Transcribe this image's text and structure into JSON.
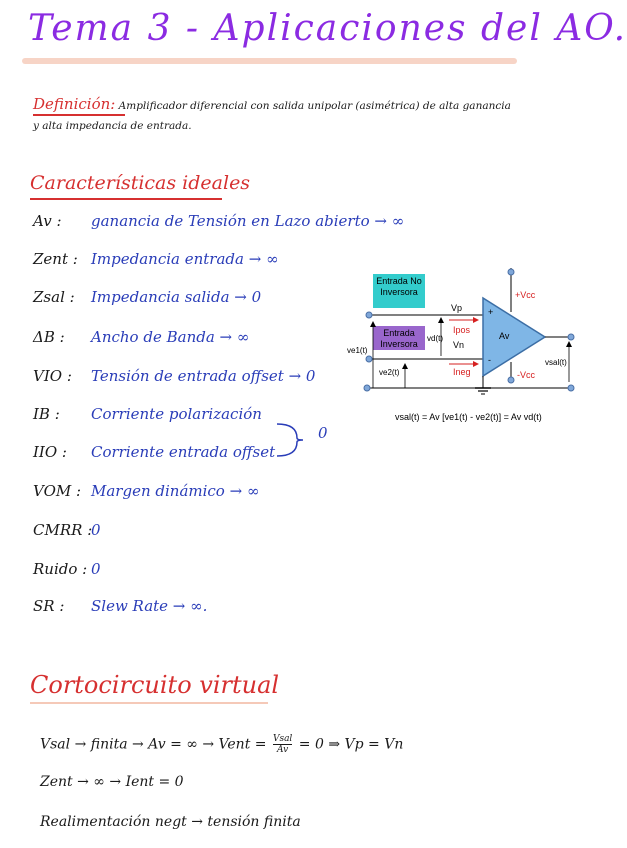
{
  "title": "Tema 3 - Aplicaciones del AO.",
  "definition": {
    "label": "Definición:",
    "line1": "Amplificador diferencial con salida unipolar (asimétrica) de alta ganancia",
    "line2": "y alta impedancia de entrada."
  },
  "characteristics": {
    "heading": "Características ideales",
    "items": [
      {
        "key": "Av :",
        "value": "ganancia de Tensión en Lazo abierto → ∞"
      },
      {
        "key": "Zent :",
        "value": "Impedancia entrada → ∞"
      },
      {
        "key": "Zsal :",
        "value": "Impedancia salida → 0"
      },
      {
        "key": "ΔB :",
        "value": "Ancho de Banda → ∞"
      },
      {
        "key": "VIO :",
        "value": "Tensión de entrada offset → 0"
      },
      {
        "key": "IB :",
        "value": "Corriente polarización"
      },
      {
        "key": "IIO :",
        "value": "Corriente entrada offset"
      },
      {
        "key": "VOM :",
        "value": "Margen dinámico → ∞"
      },
      {
        "key": "CMRR :",
        "value": "0"
      },
      {
        "key": "Ruido :",
        "value": "0"
      },
      {
        "key": "SR :",
        "value": "Slew Rate → ∞."
      }
    ],
    "brace_value": "0"
  },
  "diagram": {
    "non_inverting_box": "Entrada No Inversora",
    "inverting_box": "Entrada Inversora",
    "vcc_pos": "+Vcc",
    "vcc_neg": "-Vcc",
    "vp": "Vp",
    "vn": "Vn",
    "ipos": "Ipos",
    "ineg": "Ineg",
    "av": "Av",
    "plus": "+",
    "minus": "-",
    "ve1": "ve1(t)",
    "ve2": "ve2(t)",
    "vd": "vd(t)",
    "vsal": "vsal(t)",
    "formula": "vsal(t) = Av [ve1(t) - ve2(t)] = Av vd(t)",
    "non_inverting_color": "#33cccc",
    "inverting_color": "#9966cc"
  },
  "virtual_short": {
    "heading": "Cortocircuito virtual",
    "line1_a": "Vsal → finita → Av = ∞ → Vent =",
    "line1_num": "Vsal",
    "line1_den": "Av",
    "line1_b": "= 0 ⇒ Vp = Vn",
    "line2": "Zent → ∞ → Ient = 0",
    "line3": "Realimentación negt → tensión finita"
  }
}
